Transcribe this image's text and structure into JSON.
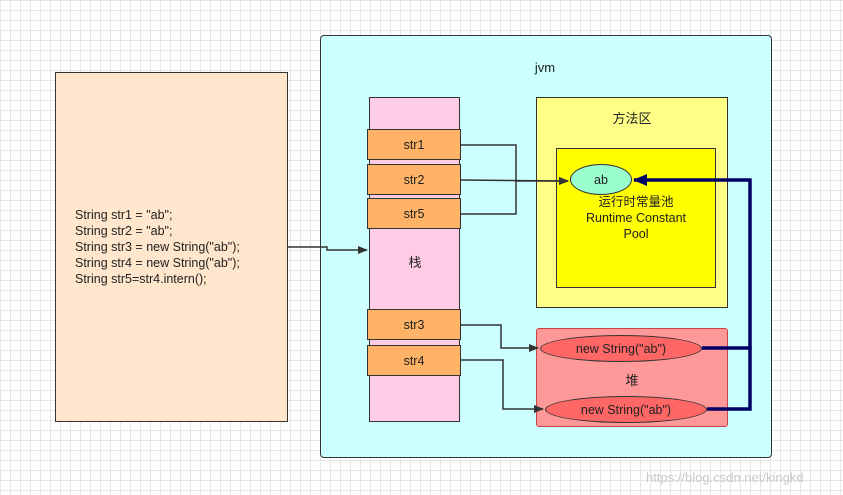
{
  "code": {
    "lines": [
      "String str1 = \"ab\";",
      "String str2 = \"ab\";",
      "String str3 = new String(\"ab\");",
      "String str4 = new String(\"ab\");",
      "String str5=str4.intern();"
    ]
  },
  "jvm": {
    "title": "jvm"
  },
  "stack": {
    "label": "栈",
    "slots": {
      "s1": "str1",
      "s2": "str2",
      "s5": "str5",
      "s3": "str3",
      "s4": "str4"
    }
  },
  "method_area": {
    "label": "方法区",
    "pool_lines": [
      "运行时常量池",
      "Runtime Constant",
      "Pool"
    ],
    "ab": "ab"
  },
  "heap": {
    "label": "堆",
    "obj1": "new String(\"ab\")",
    "obj2": "new String(\"ab\")"
  },
  "watermark": "https://blog.csdn.net/kingkd",
  "colors": {
    "code_bg": "#ffe6cc",
    "jvm_bg": "#ccffff",
    "stack_bg": "#ffcce6",
    "slot_bg": "#ffb366",
    "method_bg": "#ffff88",
    "pool_bg": "#ffff00",
    "ab_bg": "#99ffcc",
    "heap_bg": "#ff9999",
    "obj_bg": "#ff6666",
    "intern_arrow": "#000066"
  }
}
